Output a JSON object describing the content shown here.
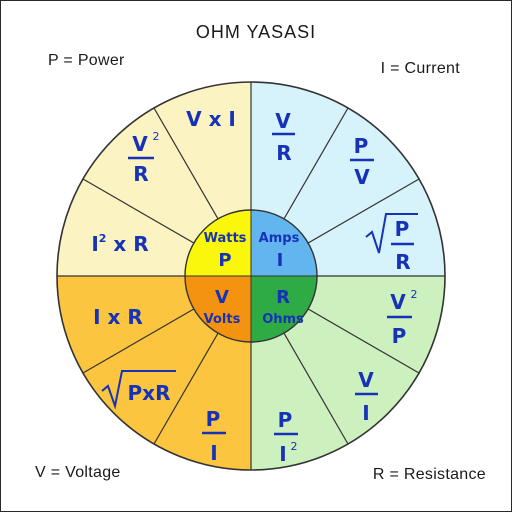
{
  "title": "OHM YASASI",
  "corners": {
    "top_left": "P = Power",
    "top_right": "I = Current",
    "bottom_left": "V = Voltage",
    "bottom_right": "R = Resistance"
  },
  "colors": {
    "power_outer": "#fcf3c2",
    "current_outer": "#d6f2fb",
    "voltage_outer": "#fcc53f",
    "resistance_outer": "#cdf0bf",
    "power_center": "#fbf70c",
    "current_center": "#63b5ef",
    "voltage_center": "#f4930f",
    "resistance_center": "#2fab46",
    "text": "#1633b8"
  },
  "center": {
    "power": {
      "unit": "Watts",
      "symbol": "P"
    },
    "current": {
      "unit": "Amps",
      "symbol": "I"
    },
    "voltage": {
      "symbol": "V",
      "unit": "Volts"
    },
    "resistance": {
      "symbol": "R",
      "unit": "Ohms"
    }
  },
  "formulas": {
    "v_times_i": "V x I",
    "i2_times_r": {
      "base": "I",
      "exp": "2",
      "rest": " x R"
    },
    "i_times_r": "I x R",
    "v": "V",
    "r": "R",
    "p": "P",
    "i": "I",
    "exp2": "2",
    "sqrt_pxr": "PxR"
  }
}
